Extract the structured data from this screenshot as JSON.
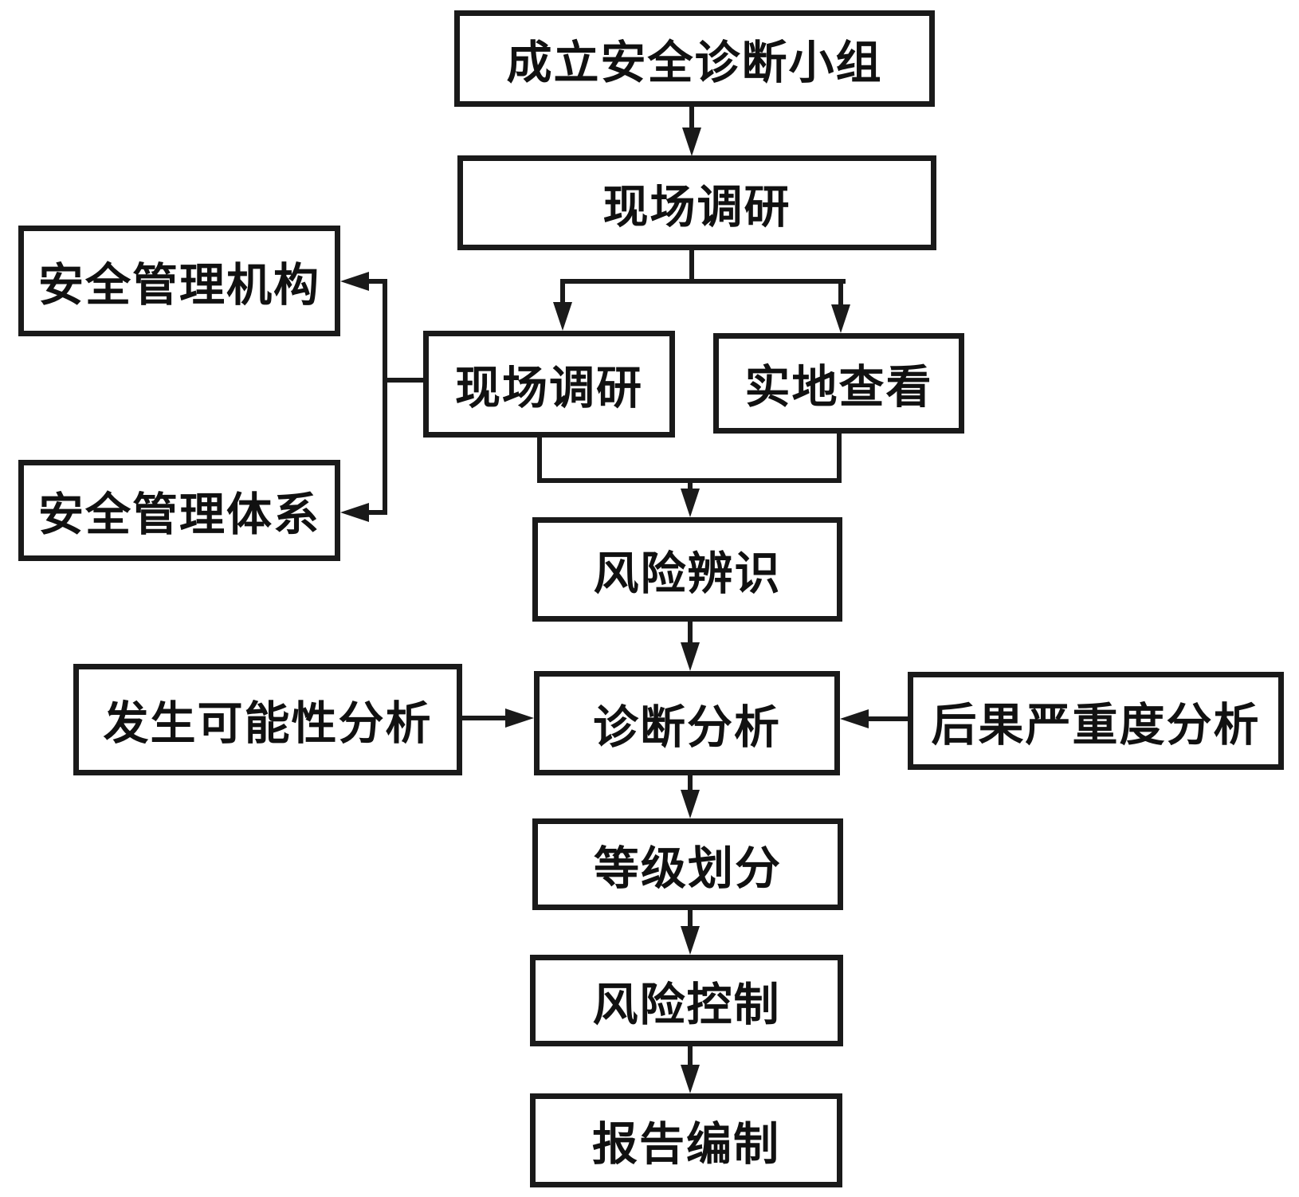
{
  "diagram": {
    "type": "flowchart",
    "colors": {
      "line": "#1a1a1a",
      "box_background": "#ffffff",
      "page_background": "#ffffff",
      "text": "#111111"
    },
    "nodes": {
      "establish_team": {
        "label": "成立安全诊断小组"
      },
      "site_survey": {
        "label": "现场调研"
      },
      "site_survey_branch": {
        "label": "现场调研"
      },
      "field_inspection": {
        "label": "实地查看"
      },
      "safety_org": {
        "label": "安全管理机构"
      },
      "safety_system": {
        "label": "安全管理体系"
      },
      "risk_identification": {
        "label": "风险辨识"
      },
      "likelihood_analysis": {
        "label": "发生可能性分析"
      },
      "diagnosis_analysis": {
        "label": "诊断分析"
      },
      "severity_analysis": {
        "label": "后果严重度分析"
      },
      "grade_classification": {
        "label": "等级划分"
      },
      "risk_control": {
        "label": "风险控制"
      },
      "report_compilation": {
        "label": "报告编制"
      }
    },
    "edges": [
      {
        "from": "establish_team",
        "to": "site_survey"
      },
      {
        "from": "site_survey",
        "to": "site_survey_branch"
      },
      {
        "from": "site_survey",
        "to": "field_inspection"
      },
      {
        "from": "site_survey_branch",
        "to": "safety_org"
      },
      {
        "from": "site_survey_branch",
        "to": "safety_system"
      },
      {
        "from": "site_survey_branch",
        "to": "risk_identification"
      },
      {
        "from": "field_inspection",
        "to": "risk_identification"
      },
      {
        "from": "risk_identification",
        "to": "diagnosis_analysis"
      },
      {
        "from": "likelihood_analysis",
        "to": "diagnosis_analysis"
      },
      {
        "from": "severity_analysis",
        "to": "diagnosis_analysis"
      },
      {
        "from": "diagnosis_analysis",
        "to": "grade_classification"
      },
      {
        "from": "grade_classification",
        "to": "risk_control"
      },
      {
        "from": "risk_control",
        "to": "report_compilation"
      }
    ]
  }
}
